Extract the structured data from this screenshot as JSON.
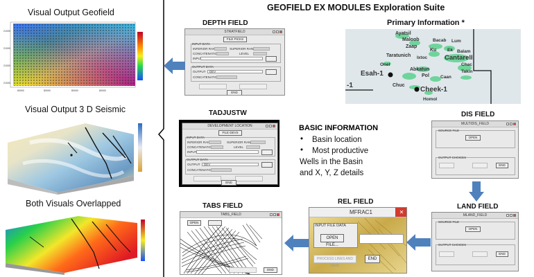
{
  "suite_title": "GEOFIELD EX MODULES  Exploration Suite",
  "visuals": {
    "geofield_title": "Visual Output Geofield",
    "seismic_title": "Visual Output 3 D Seismic",
    "overlap_title": "Both Visuals Overlapped"
  },
  "modules": {
    "depth": "DEPTH FIELD",
    "tadjustw": "TADJUSTW",
    "tabs": "TABS FIELD",
    "rel": "REL FIELD",
    "land": "LAND FIELD",
    "dis": "DIS FIELD",
    "primary": "Primary Information *"
  },
  "basic": {
    "title": "BASIC INFORMATION",
    "b1": "Basin location",
    "b2": "Most productive",
    "l3": "Wells in the Basin",
    "l4": "and X, Y, Z details"
  },
  "map_labels": {
    "ayatsil": "Ayatsil",
    "maloob": "Maloob",
    "bacab": "Bacab",
    "lum": "Lum",
    "zaap": "Zaap",
    "ku": "Ku",
    "ek": "Ek",
    "balam": "Balam",
    "taratunich": "Taratunich",
    "ixtoc": "Ixtoc",
    "cantarell": "Cantarell",
    "onel": "Onel",
    "chac": "Chac",
    "esah": "Esah-1",
    "abkatun": "Abkatun",
    "takin": "Takin",
    "pol": "Pol",
    "caan": "Caan",
    "minus1": "-1",
    "chuc": "Chuc",
    "cheek": "Cheek-1",
    "homol": "Homol"
  },
  "depth_win": {
    "title": "STRATFIELD",
    "file": "FILE PICKS",
    "input_data": "INPUT DATA",
    "inferior": "INFERIOR RANGE",
    "superior": "SUPERIOR RANGE",
    "concat": "CONCATENATION",
    "level": "LEVEL",
    "input": "INPUT",
    "output_data": "OUTPUT DATA",
    "output": "OUTPUT",
    "output_val": "DEV",
    "end": "END"
  },
  "tadj_win": {
    "title": "DEVELOPMENT LOCATION",
    "file": "FILE DEVS",
    "input_data": "INPUT DATA",
    "inferior": "INFERIOR RANGE",
    "superior": "SUPERIOR RANGE",
    "concat": "CONCATENATION",
    "level": "LEVEL",
    "input": "INPUT",
    "output_data": "OUTPUT DATA",
    "output": "OUTPUT",
    "output_val": "DEV",
    "concat2": "CONCATENATION",
    "end": "END"
  },
  "dis_win": {
    "title": "MULTIDIS_FIELD",
    "source": "SOURCE FILE",
    "open": "OPEN",
    "choices": "OUTPUT CHOICES",
    "end": "END"
  },
  "land_win": {
    "title": "MLAND_FIELD",
    "source": "SOURCE FILE",
    "open": "OPEN",
    "choices": "OUTPUT CHOICES",
    "end": "END"
  },
  "rel_win": {
    "title": "MFRAC1",
    "input_file": "INPUT FILE DATA",
    "open": "OPEN FILE...",
    "process": "PROCESS LINES AND SAVE",
    "end": "END"
  },
  "tabs_win": {
    "title": "TABS_FIELD",
    "open": "OPEN",
    "end": "END"
  },
  "colors": {
    "arrow": "#4f81bd",
    "window_bg": "#e9e9e9",
    "map_land": "#dde6ea",
    "map_field": "#6fd49b"
  }
}
